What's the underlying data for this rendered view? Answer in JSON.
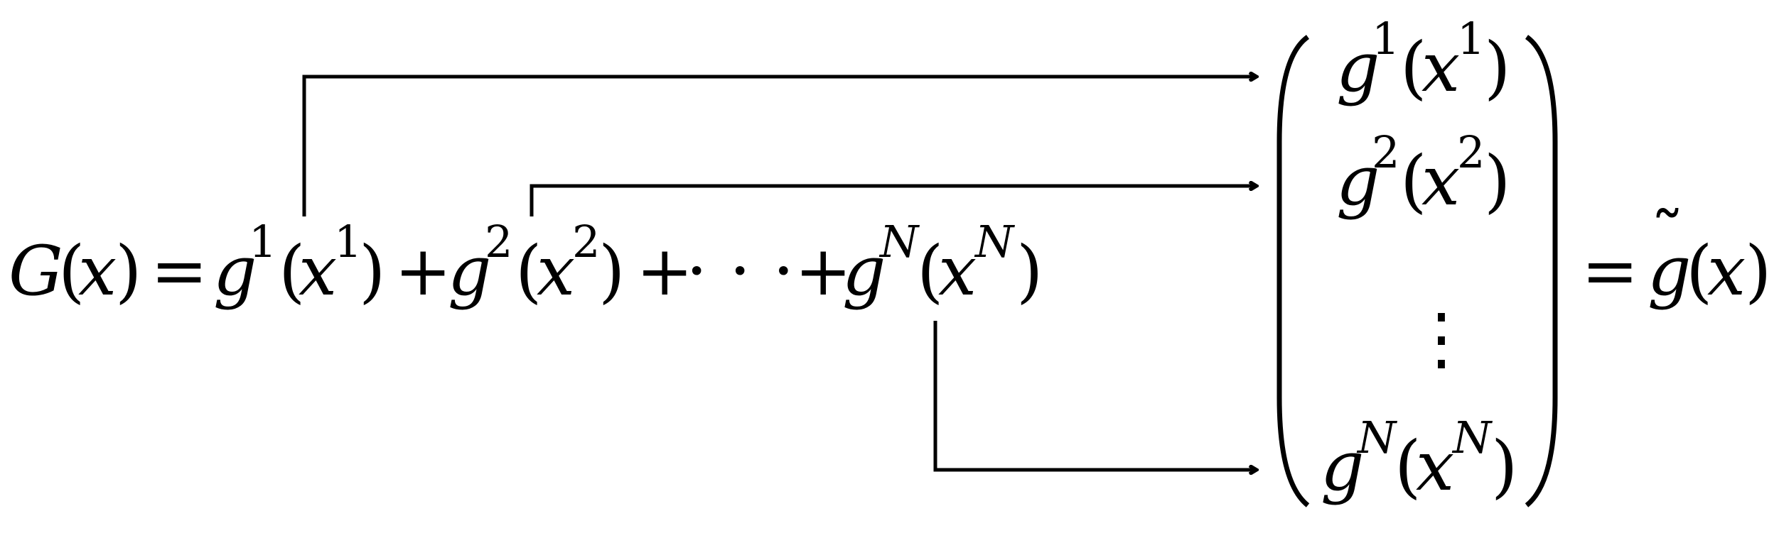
{
  "equation": {
    "lhs": {
      "func": "G",
      "arg": "x",
      "equals": "="
    },
    "terms": [
      {
        "func": "g",
        "sup": "1",
        "arg": "x",
        "argsup": "1"
      },
      {
        "func": "g",
        "sup": "2",
        "arg": "x",
        "argsup": "2"
      },
      {
        "func": "g",
        "sup": "N",
        "arg": "x",
        "argsup": "N"
      }
    ],
    "plus": "+",
    "cdots": "· · ·",
    "vector": {
      "rows": [
        {
          "func": "g",
          "sup": "1",
          "arg": "x",
          "argsup": "1"
        },
        {
          "func": "g",
          "sup": "2",
          "arg": "x",
          "argsup": "2"
        },
        {
          "func": "g",
          "sup": "N",
          "arg": "x",
          "argsup": "N"
        }
      ],
      "vdots": "⋮"
    },
    "rhs": {
      "equals": "=",
      "func": "g",
      "tilde": "˜",
      "arg": "x"
    }
  },
  "colors": {
    "ink": "#000000",
    "background": "#ffffff"
  }
}
